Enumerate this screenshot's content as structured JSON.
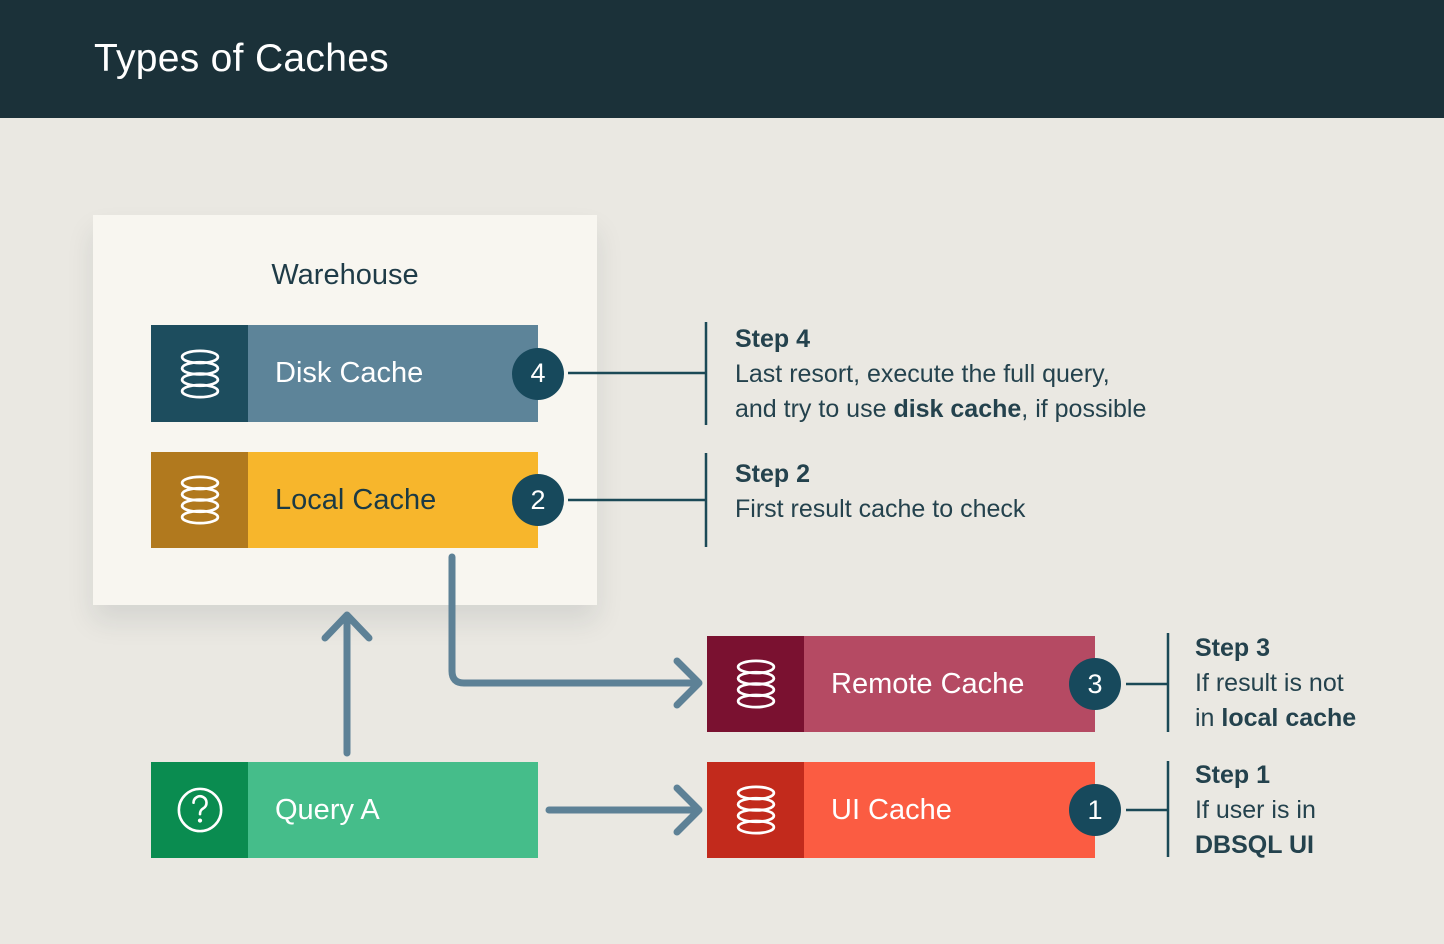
{
  "title": "Types of Caches",
  "colors": {
    "header_bg": "#1B3139",
    "page_bg": "#EAE8E2",
    "card_bg": "#F8F6F0",
    "badge_bg": "#17495C",
    "arrow": "#5D8196",
    "connector": "#1B4956",
    "step_text": "#24424D",
    "icon_stroke": "#FFFFFF"
  },
  "warehouse": {
    "label": "Warehouse"
  },
  "nodes": [
    {
      "id": "disk-cache",
      "label": "Disk Cache",
      "icon": "database-icon",
      "icon_bg": "#1D4D5E",
      "bar_bg": "#5D8499",
      "label_color": "#FFFFFF",
      "badge": "4"
    },
    {
      "id": "local-cache",
      "label": "Local Cache",
      "icon": "database-icon",
      "icon_bg": "#B1791E",
      "bar_bg": "#F7B62C",
      "label_color": "#1B3A45",
      "badge": "2"
    },
    {
      "id": "query-a",
      "label": "Query A",
      "icon": "question-icon",
      "icon_bg": "#0A8C50",
      "bar_bg": "#45BD8A",
      "label_color": "#FFFFFF"
    },
    {
      "id": "remote-cache",
      "label": "Remote Cache",
      "icon": "database-icon",
      "icon_bg": "#7A1130",
      "bar_bg": "#B54A63",
      "label_color": "#FFFFFF",
      "badge": "3"
    },
    {
      "id": "ui-cache",
      "label": "UI Cache",
      "icon": "database-icon",
      "icon_bg": "#C22A1C",
      "bar_bg": "#FB5C42",
      "label_color": "#FFFFFF",
      "badge": "1"
    }
  ],
  "steps": {
    "step4": {
      "title": "Step 4",
      "line1": "Last resort, execute the full query,",
      "line2_pre": "and try to use ",
      "line2_bold": "disk cache",
      "line2_post": ", if possible"
    },
    "step2": {
      "title": "Step 2",
      "line1": "First result cache to check"
    },
    "step3": {
      "title": "Step 3",
      "line1": "If result is not",
      "line2_pre": "in ",
      "line2_bold": "local cache",
      "line2_post": ""
    },
    "step1": {
      "title": "Step 1",
      "line1": "If user is in",
      "line2_pre": "",
      "line2_bold": "DBSQL UI",
      "line2_post": ""
    }
  }
}
